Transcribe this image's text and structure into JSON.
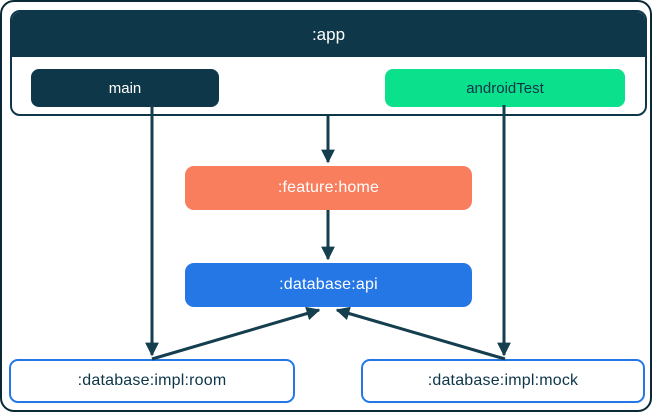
{
  "colors": {
    "navy": "#0E384A",
    "green": "#0BE08C",
    "coral": "#F87E5D",
    "blue": "#2577E6",
    "arrow": "#153F4F",
    "frame": "#0B2836",
    "text-dark": "#0C3548",
    "text-light": "#FFFFFF"
  },
  "nodes": {
    "app": {
      "label": ":app"
    },
    "main": {
      "label": "main"
    },
    "android_test": {
      "label": "androidTest"
    },
    "feature_home": {
      "label": ":feature:home"
    },
    "database_api": {
      "label": ":database:api"
    },
    "impl_room": {
      "label": ":database:impl:room"
    },
    "impl_mock": {
      "label": ":database:impl:mock"
    }
  },
  "edges": [
    {
      "from": ":app",
      "to": ":feature:home"
    },
    {
      "from": ":feature:home",
      "to": ":database:api"
    },
    {
      "from": "main",
      "to": ":database:impl:room"
    },
    {
      "from": "androidTest",
      "to": ":database:impl:mock"
    },
    {
      "from": ":database:impl:room",
      "to": ":database:api"
    },
    {
      "from": ":database:impl:mock",
      "to": ":database:api"
    }
  ]
}
